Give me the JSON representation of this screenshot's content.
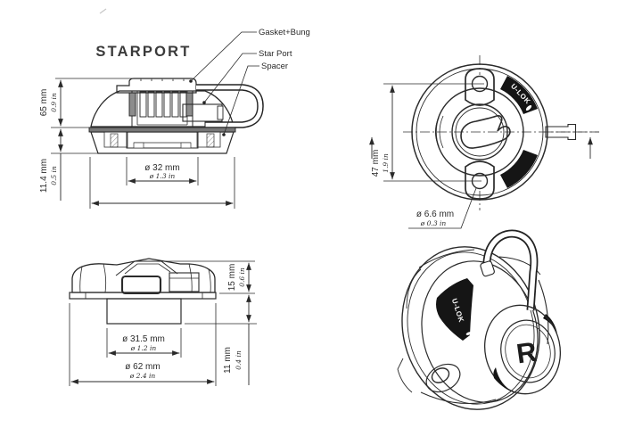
{
  "title": "STARPORT",
  "callouts": {
    "gasket_bung": "Gasket+Bung",
    "star_port": "Star Port",
    "spacer": "Spacer"
  },
  "cross_section_view": {
    "height_above_deck": {
      "mm": "65 mm",
      "inch": "0.9 in"
    },
    "depth_below_deck": {
      "mm": "11.4 mm",
      "inch": "0.5 in"
    },
    "bore_diameter": {
      "mm": "ø 32 mm",
      "inch": "ø 1.3 in"
    }
  },
  "front_view": {
    "ulok_label": "U-LOK",
    "hole_spacing": {
      "mm": "47 mm",
      "inch": "1.9 in"
    },
    "screw_hole_diameter": {
      "mm": "ø 6.6 mm",
      "inch": "ø 0.3 in"
    }
  },
  "side_view": {
    "cap_height": {
      "mm": "15 mm",
      "inch": "0.6 in"
    },
    "spigot_depth": {
      "mm": "11 mm",
      "inch": "0.4 in"
    },
    "spigot_diameter": {
      "mm": "ø 31.5 mm",
      "inch": "ø 1.2 in"
    },
    "outer_diameter": {
      "mm": "ø 62 mm",
      "inch": "ø 2.4 in"
    }
  },
  "perspective_view": {
    "ulok_label": "U-LOK",
    "logo_letter": "R"
  },
  "colors": {
    "line": "#2b2b2b",
    "cap_fill": "#8c8c8c",
    "band_fill": "#151515",
    "background": "#ffffff"
  }
}
